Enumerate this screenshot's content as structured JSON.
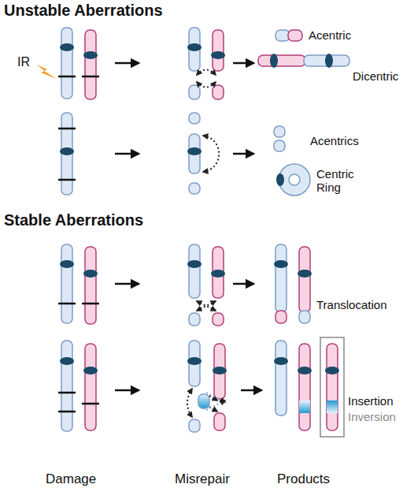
{
  "diagram": {
    "labels": [
      "Unstable Aberrations",
      "IR",
      "Acentric",
      "Dicentric",
      "Acentrics",
      "Centric Ring",
      "Stable Aberrations",
      "Translocation",
      "Insertion",
      "Inversion",
      "Damage",
      "Misrepair",
      "Products"
    ]
  }
}
